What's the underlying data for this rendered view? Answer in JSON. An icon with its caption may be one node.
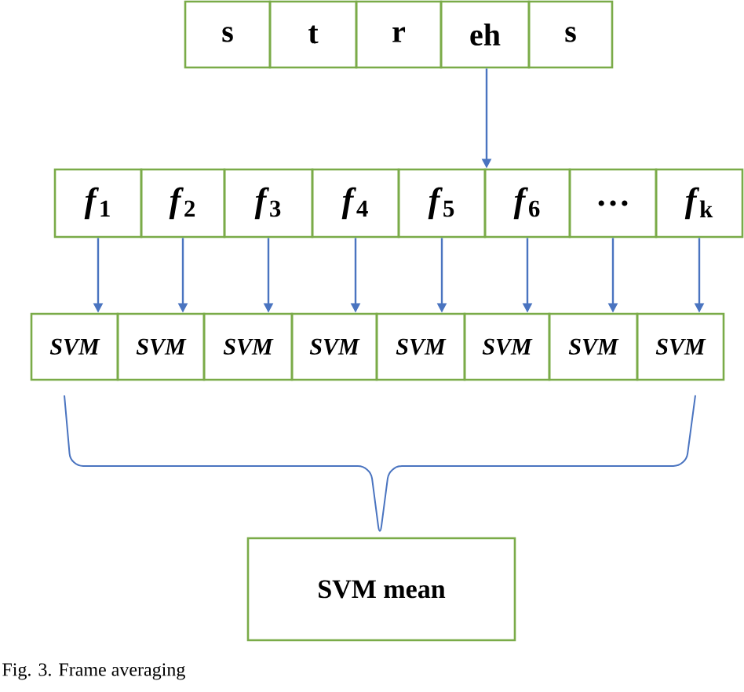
{
  "diagram": {
    "caption": "Fig. 3.   Frame averaging",
    "nodes": [
      {
        "text": [
          "s"
        ]
      },
      {
        "text": [
          "t"
        ]
      },
      {
        "text": [
          "r"
        ]
      },
      {
        "text": [
          "eh"
        ]
      },
      {
        "text": [
          "s"
        ]
      },
      {
        "text": [
          "*f*$_{1}$"
        ]
      },
      {
        "text": [
          "*f*$_{2}$"
        ]
      },
      {
        "text": [
          "*f*$_{3}$"
        ]
      },
      {
        "text": [
          "*f*$_{4}$"
        ]
      },
      {
        "text": [
          "*f*$_{5}$"
        ]
      },
      {
        "text": [
          "*f*$_{6}$"
        ]
      },
      {
        "text": [
          "…"
        ]
      },
      {
        "text": [
          "*f*$_{k}$"
        ]
      },
      {
        "text": [
          "SVM"
        ]
      },
      {
        "text": [
          "SVM"
        ]
      },
      {
        "text": [
          "SVM"
        ]
      },
      {
        "text": [
          "SVM"
        ]
      },
      {
        "text": [
          "SVM"
        ]
      },
      {
        "text": [
          "SVM"
        ]
      },
      {
        "text": [
          "SVM"
        ]
      },
      {
        "text": [
          "SVM"
        ]
      },
      {
        "text": [
          "SVM mean"
        ]
      }
    ],
    "edges": [
      {
        "from": 3,
        "to": 10,
        "arrow": "to"
      },
      {
        "from": 5,
        "to": 13,
        "arrow": "to"
      },
      {
        "from": 6,
        "to": 14,
        "arrow": "to"
      },
      {
        "from": 7,
        "to": 15,
        "arrow": "to"
      },
      {
        "from": 8,
        "to": 16,
        "arrow": "to"
      },
      {
        "from": 9,
        "to": 17,
        "arrow": "to"
      },
      {
        "from": 10,
        "to": 18,
        "arrow": "to"
      },
      {
        "from": 11,
        "to": 19,
        "arrow": "to"
      },
      {
        "from": 12,
        "to": 20,
        "arrow": "to"
      }
    ]
  }
}
